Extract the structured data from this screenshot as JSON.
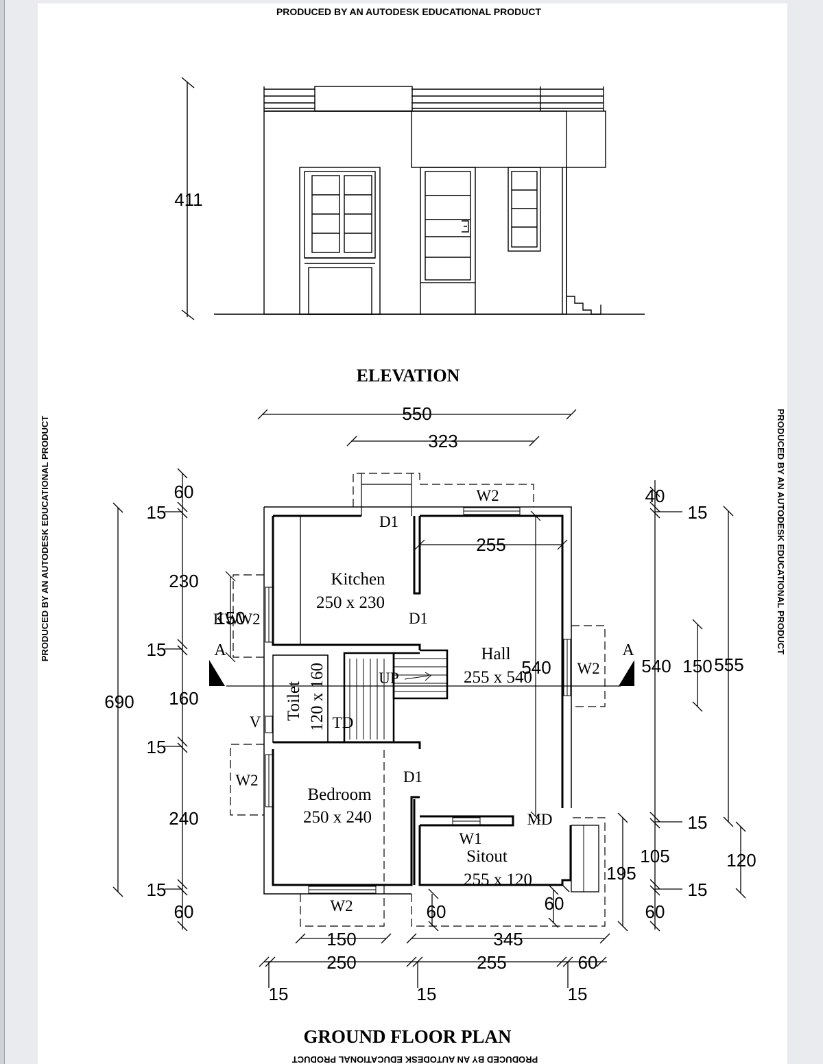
{
  "watermark": {
    "top": "PRODUCED BY AN AUTODESK EDUCATIONAL PRODUCT",
    "left": "PRODUCED BY AN AUTODESK EDUCATIONAL PRODUCT",
    "right": "PRODUCED BY AN AUTODESK EDUCATIONAL PRODUCT",
    "bottom": "PRODUCED BY AN AUTODESK EDUCATIONAL PRODUCT"
  },
  "elevation": {
    "title": "ELEVATION",
    "height_dim": "411"
  },
  "plan": {
    "title": "GROUND FLOOR PLAN",
    "rooms": {
      "kitchen": {
        "name": "Kitchen",
        "size": "250 x 230"
      },
      "hall": {
        "name": "Hall",
        "size": "255 x 540"
      },
      "bedroom": {
        "name": "Bedroom",
        "size": "250 x 240"
      },
      "toilet": {
        "name": "Toilet",
        "size": "120 x 160"
      },
      "sitout": {
        "name": "Sitout",
        "size": "255 x 120"
      }
    },
    "labels": {
      "d1_top": "D1",
      "d1_mid": "D1",
      "d1_low": "D1",
      "w2_top": "W2",
      "w2_left": "W2",
      "w2_right": "W2",
      "w2_bottom": "W2",
      "w2_kw": "W2",
      "kw": "KW",
      "w1": "W1",
      "md": "MD",
      "up": "UP",
      "td": "TD",
      "v": "V",
      "sec_a_left": "A",
      "sec_a_right": "A"
    },
    "dims": {
      "top_550": "550",
      "top_323": "323",
      "hall_255": "255",
      "l_60_top": "60",
      "l_15_a": "15",
      "l_230": "230",
      "l_150": "150",
      "l_15_b": "15",
      "l_160": "160",
      "l_15_c": "15",
      "l_240": "240",
      "l_15_d": "15",
      "l_60_bot": "60",
      "l_690": "690",
      "hall_540": "540",
      "r_40": "40",
      "r_15_a": "15",
      "r_540": "540",
      "r_150": "150",
      "r_555": "555",
      "r_15_b": "15",
      "r_105": "105",
      "r_120": "120",
      "r_15_c": "15",
      "r_60": "60",
      "r_195": "195",
      "b_150": "150",
      "b_250": "250",
      "b_60_l": "60",
      "b_345": "345",
      "b_60_r": "60",
      "b_255": "255",
      "b_60_ext": "60",
      "b_15_a": "15",
      "b_15_b": "15",
      "b_15_c": "15"
    }
  }
}
